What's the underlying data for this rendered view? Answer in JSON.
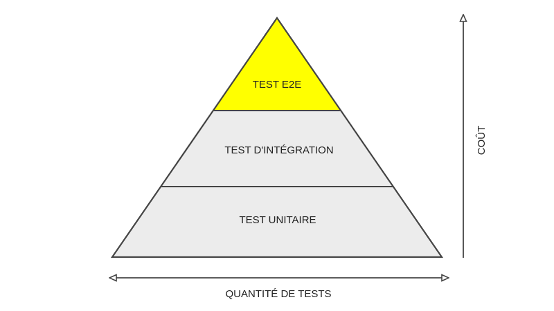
{
  "diagram": {
    "type": "test-pyramid",
    "layers": [
      {
        "label": "TEST E2E",
        "fill": "#ffff00"
      },
      {
        "label": "TEST D'INTÉGRATION",
        "fill": "#ececec"
      },
      {
        "label": "TEST UNITAIRE",
        "fill": "#ececec"
      }
    ],
    "x_axis_label": "QUANTITÉ DE TESTS",
    "y_axis_label": "COÛT",
    "stroke_color": "#444444"
  }
}
